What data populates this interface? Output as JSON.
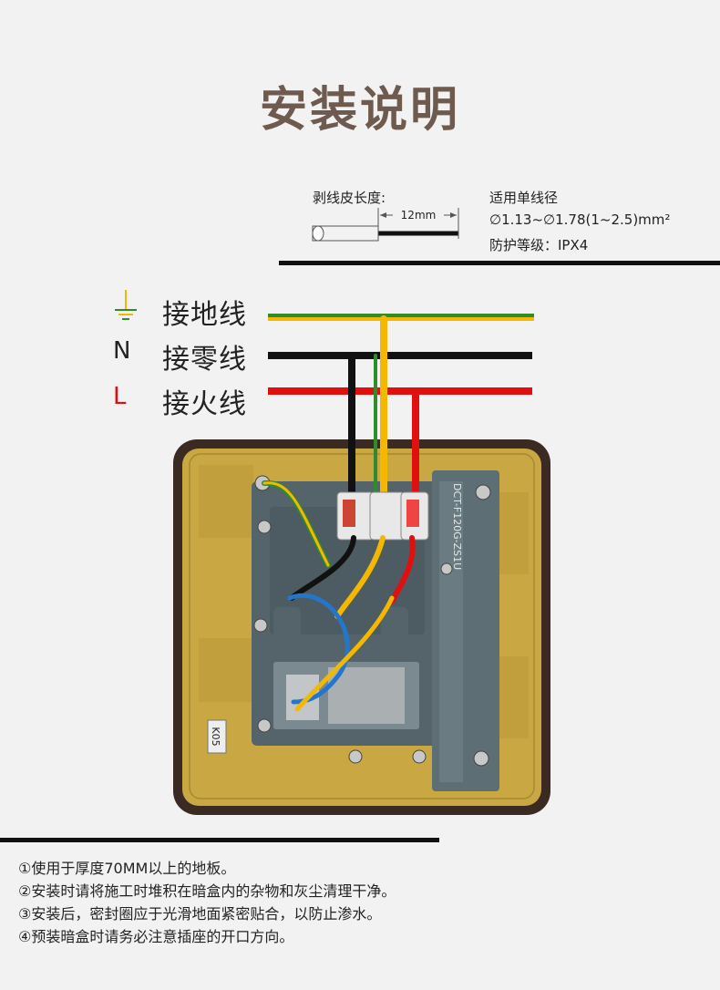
{
  "title": "安装说明",
  "strip": {
    "label": "剥线皮长度:",
    "length": "12mm"
  },
  "specs": [
    "适用单线径",
    "∅1.13~∅1.78(1~2.5)mm²",
    "防护等级：IPX4"
  ],
  "wires": [
    {
      "symbol": "ground-icon",
      "label": "接地线"
    },
    {
      "letter": "N",
      "label": "接零线"
    },
    {
      "letter": "L",
      "label": "接火线"
    }
  ],
  "socket": {
    "model_code": "DCT-F120G-ZS1U",
    "tag": "K05"
  },
  "notes": [
    "①使用于厚度70MM以上的地板。",
    "②安装时请将施工时堆积在暗盒内的杂物和灰尘清理干净。",
    "③安装后，密封圈应于光滑地面紧密贴合，以防止渗水。",
    "④预装暗盒时请务必注意插座的开口方向。"
  ],
  "colors": {
    "title": "#6e5a4f",
    "ground_yellow": "#f5b800",
    "ground_green": "#2e8b2e",
    "neutral": "#111111",
    "live": "#e01010",
    "brass": "#c9a743",
    "module": "#5d6e74"
  }
}
